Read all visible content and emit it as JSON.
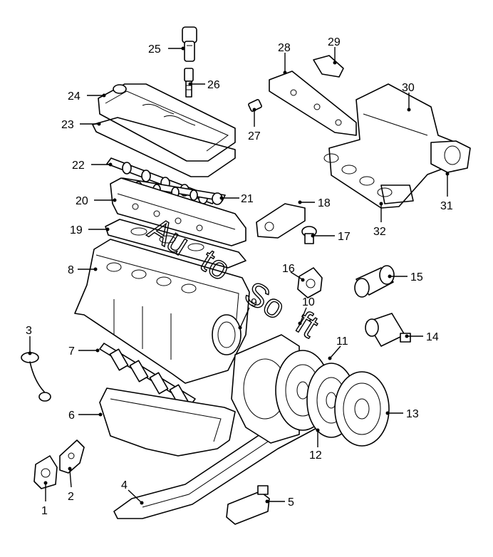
{
  "watermark": {
    "parts": [
      "Au",
      "to",
      "So",
      "ft"
    ]
  },
  "labels": {
    "l1": "1",
    "l2": "2",
    "l3": "3",
    "l4": "4",
    "l5": "5",
    "l6": "6",
    "l7": "7",
    "l8": "8",
    "l9": "9",
    "l10": "10",
    "l11": "11",
    "l12": "12",
    "l13": "13",
    "l14": "14",
    "l15": "15",
    "l16": "16",
    "l17": "17",
    "l18": "18",
    "l19": "19",
    "l20": "20",
    "l21": "21",
    "l22": "22",
    "l23": "23",
    "l24": "24",
    "l25": "25",
    "l26": "26",
    "l27": "27",
    "l28": "28",
    "l29": "29",
    "l30": "30",
    "l31": "31",
    "l32": "32"
  }
}
